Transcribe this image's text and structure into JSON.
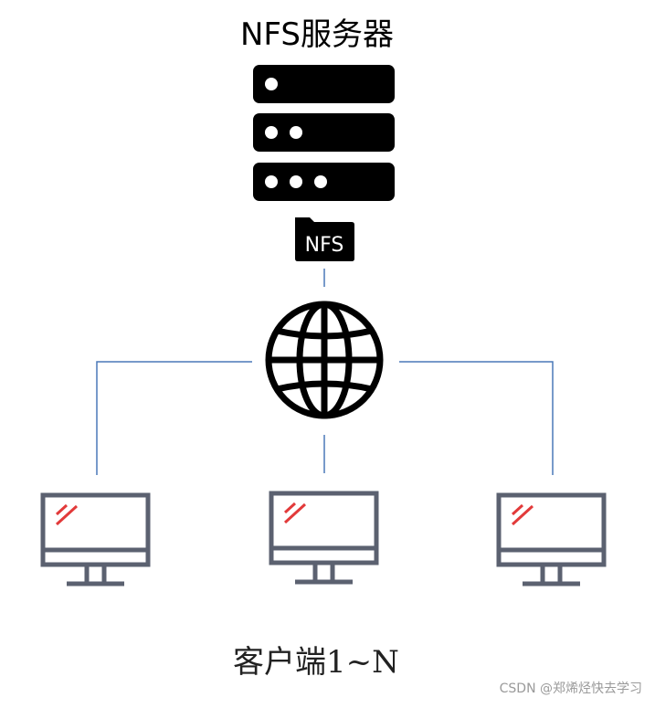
{
  "title": "NFS服务器",
  "nfs_badge": "NFS",
  "clients_label": "客户端1~N",
  "watermark": "CSDN @郑烯烃快去学习",
  "icons": {
    "server": "server-rack-icon",
    "nfs": "nfs-folder-icon",
    "network": "globe-network-icon",
    "client": "desktop-monitor-icon"
  },
  "colors": {
    "server_fill": "#000000",
    "connector_line": "#4a78b8",
    "monitor_stroke": "#5b6170",
    "monitor_glare": "#e23a3a"
  }
}
